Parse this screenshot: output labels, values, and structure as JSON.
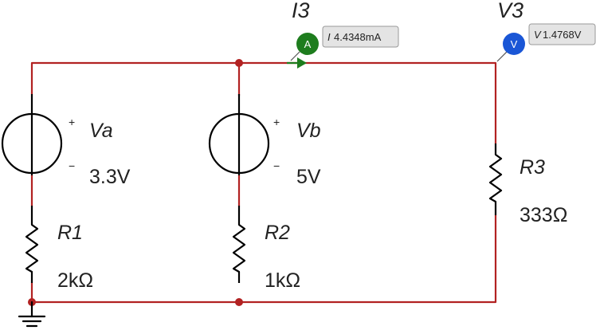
{
  "colors": {
    "wire": "#b22222",
    "component": "#000000",
    "ammeter": "#1e7d1e",
    "voltmeter": "#1a56d6",
    "probe_box_fill": "#e4e4e4",
    "probe_box_stroke": "#9a9a9a"
  },
  "sources": [
    {
      "name": "Va",
      "value": "3.3V",
      "plus": "+",
      "minus": "−"
    },
    {
      "name": "Vb",
      "value": "5V",
      "plus": "+",
      "minus": "−"
    }
  ],
  "resistors": [
    {
      "name": "R1",
      "value": "2kΩ"
    },
    {
      "name": "R2",
      "value": "1kΩ"
    },
    {
      "name": "R3",
      "value": "333Ω"
    }
  ],
  "probes": {
    "current": {
      "name": "I3",
      "badge": "A",
      "reading_symbol": "I",
      "reading": "4.4348mA"
    },
    "voltage": {
      "name": "V3",
      "badge": "V",
      "reading_symbol": "V",
      "reading": "1.4768V"
    }
  },
  "ground_icon": "ground-symbol"
}
